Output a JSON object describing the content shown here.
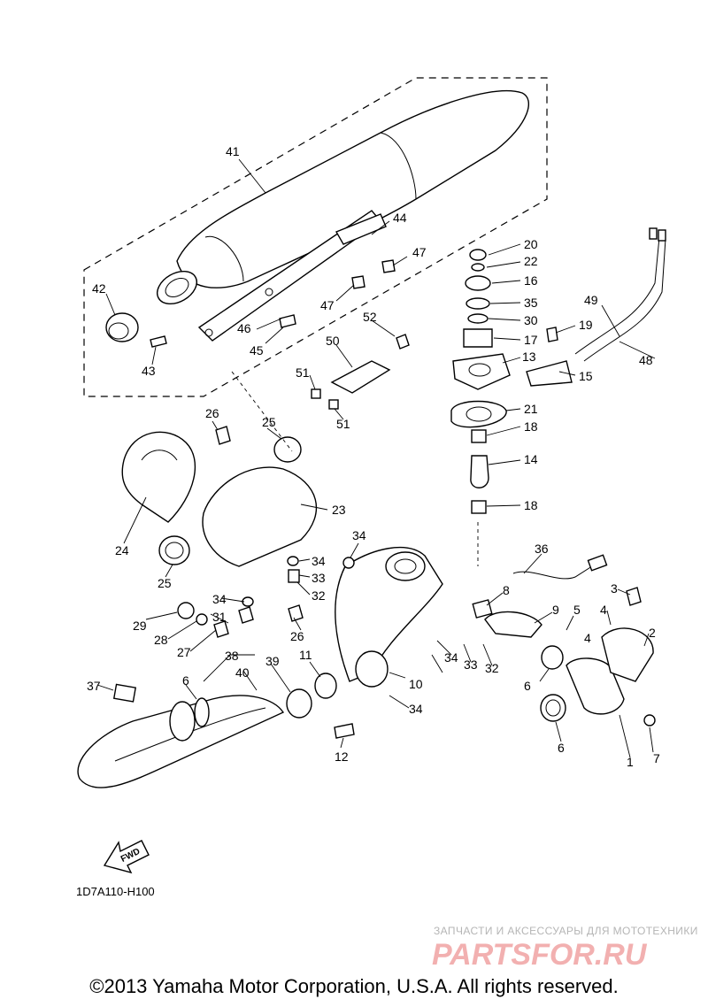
{
  "diagram_code": "1D7A110-H100",
  "fwd_label": "FWD",
  "copyright": "©2013 Yamaha Motor Corporation, U.S.A. All rights reserved.",
  "watermark": {
    "tagline": "ЗАПЧАСТИ И АКСЕССУАРЫ ДЛЯ МОТОТЕХНИКИ",
    "logo": "PARTSFOR.RU"
  },
  "callouts": {
    "c1": "1",
    "c2": "2",
    "c3": "3",
    "c4a": "4",
    "c4b": "4",
    "c5": "5",
    "c6a": "6",
    "c6b": "6",
    "c6c": "6",
    "c7": "7",
    "c8": "8",
    "c9": "9",
    "c10": "10",
    "c11": "11",
    "c12": "12",
    "c13": "13",
    "c14": "14",
    "c15": "15",
    "c16": "16",
    "c17": "17",
    "c18a": "18",
    "c18b": "18",
    "c19": "19",
    "c20": "20",
    "c21": "21",
    "c22": "22",
    "c23": "23",
    "c24": "24",
    "c25a": "25",
    "c25b": "25",
    "c26a": "26",
    "c26b": "26",
    "c27": "27",
    "c28": "28",
    "c29": "29",
    "c30": "30",
    "c31": "31",
    "c32a": "32",
    "c32b": "32",
    "c33a": "33",
    "c33b": "33",
    "c34a": "34",
    "c34b": "34",
    "c34c": "34",
    "c34d": "34",
    "c34e": "34",
    "c35": "35",
    "c36": "36",
    "c37": "37",
    "c38": "38",
    "c39": "39",
    "c40": "40",
    "c41": "41",
    "c42": "42",
    "c43": "43",
    "c44": "44",
    "c45": "45",
    "c46": "46",
    "c47a": "47",
    "c47b": "47",
    "c48": "48",
    "c49": "49",
    "c50": "50",
    "c51a": "51",
    "c51b": "51",
    "c52": "52"
  }
}
